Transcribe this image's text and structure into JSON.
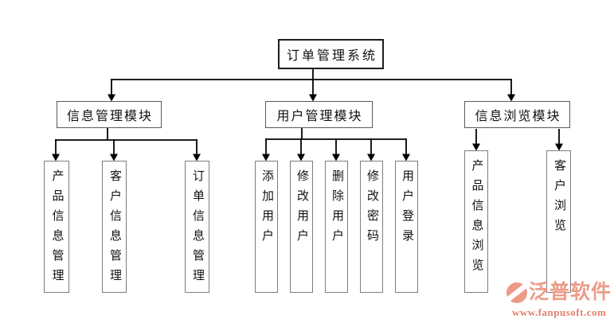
{
  "diagram": {
    "title": "订单管理系统",
    "root": {
      "label": "订单管理系统"
    },
    "modules": [
      {
        "label": "信息管理模块",
        "children": [
          {
            "label": "产品信息管理"
          },
          {
            "label": "客户信息管理"
          },
          {
            "label": "订单信息管理"
          }
        ]
      },
      {
        "label": "用户管理模块",
        "children": [
          {
            "label": "添加用户"
          },
          {
            "label": "修改用户"
          },
          {
            "label": "删除用户"
          },
          {
            "label": "修改密码"
          },
          {
            "label": "用户登录"
          }
        ]
      },
      {
        "label": "信息浏览模块",
        "children": [
          {
            "label": "产品信息浏览"
          },
          {
            "label": "客户浏览"
          }
        ]
      }
    ],
    "line_color": "#000000",
    "box_border_color": "#5a5a5a"
  },
  "watermark": {
    "brand": "泛普软件",
    "url": "www.fanpusoft.com",
    "brand_color": "#ec9b87",
    "url_color": "#e2806c",
    "logo_icon": "fanpu-swirl-icon"
  }
}
